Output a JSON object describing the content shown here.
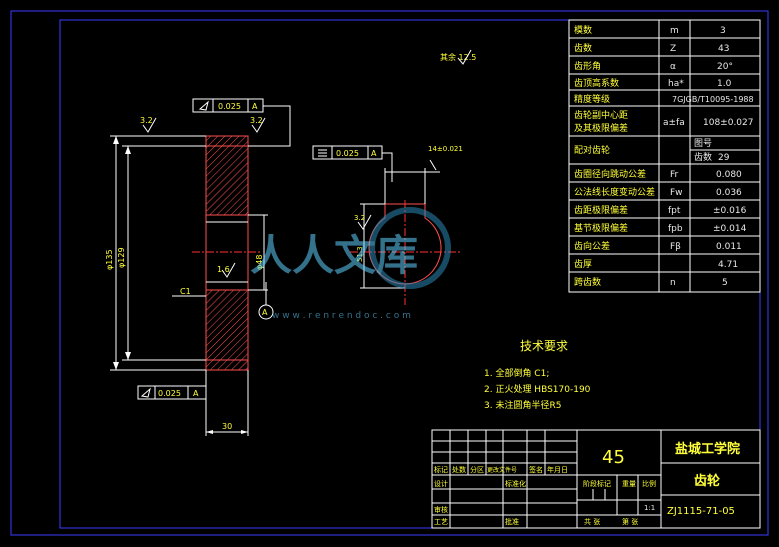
{
  "param_table": {
    "rows": [
      {
        "name": "模数",
        "symbol": "m",
        "value": "3"
      },
      {
        "name": "齿数",
        "symbol": "Z",
        "value": "43"
      },
      {
        "name": "齿形角",
        "symbol": "α",
        "value": "20°"
      },
      {
        "name": "齿顶高系数",
        "symbol": "ha*",
        "value": "1.0"
      },
      {
        "name": "精度等级",
        "symbol": "",
        "value": "7GJGB/T10095-1988"
      },
      {
        "name": "齿轮副中心距",
        "name2": "及其极限偏差",
        "symbol": "a±fa",
        "value": "108±0.027"
      },
      {
        "name": "配对齿轮",
        "symbol": "",
        "value": "图号",
        "value2": "齿数",
        "value3": "29"
      },
      {
        "name": "齿圈径向跳动公差",
        "symbol": "Fr",
        "value": "0.080"
      },
      {
        "name": "公法线长度变动公差",
        "symbol": "Fw",
        "value": "0.036"
      },
      {
        "name": "齿距极限偏差",
        "symbol": "fpt",
        "value": "±0.016"
      },
      {
        "name": "基节极限偏差",
        "symbol": "fpb",
        "value": "±0.014"
      },
      {
        "name": "齿向公差",
        "symbol": "Fβ",
        "value": "0.011"
      },
      {
        "name": "齿厚",
        "symbol": "",
        "value": "4.71"
      },
      {
        "name": "跨齿数",
        "symbol": "n",
        "value": "5"
      }
    ]
  },
  "tech_req": {
    "title": "技术要求",
    "items": [
      "1. 全部倒角 C1;",
      "2. 正火处理 HBS170-190",
      "3. 未注圆角半径R5"
    ]
  },
  "title_block": {
    "material": "45",
    "school": "盐城工学院",
    "part_name": "齿轮",
    "drawing_no": "ZJ1115-71-05",
    "scale": "1:1",
    "labels": {
      "mark": "标记",
      "count": "处数",
      "zone": "分区",
      "change_no": "更改文件号",
      "sign": "签名",
      "date": "年月日",
      "design": "设计",
      "standard": "标准化",
      "stage_mark": "阶段标记",
      "weight": "重量",
      "scale_label": "比例",
      "review": "审核",
      "process": "工艺",
      "approve": "批准",
      "sheets_total": "共 张",
      "sheet_no": "第 张"
    }
  },
  "annotations": {
    "roughness_rest": "其余 12.5",
    "tol_top": "0.025",
    "tol_bottom": "0.025",
    "tol_side": "0.025",
    "datum": "A",
    "rough_left": "3.2",
    "rough_right": "3.2",
    "rough_mid": "1.6",
    "width_dim": "30",
    "dia_outer": "φ135",
    "dia_root": "φ129",
    "dia_bore": "φ48",
    "keyway_w": "14±0.021",
    "keyway_depth": "51.3",
    "chamfer": "C1",
    "datum_circle": "A",
    "hub_rough": "3.2"
  },
  "watermark": {
    "text": "人人文库",
    "url": "w w w . r e n r e n d o c . c o m"
  },
  "colors": {
    "frame": "#3b3bff",
    "line": "#ffffff",
    "text": "#ffff3a",
    "hatch": "#ff5050",
    "center": "#ff3030"
  }
}
